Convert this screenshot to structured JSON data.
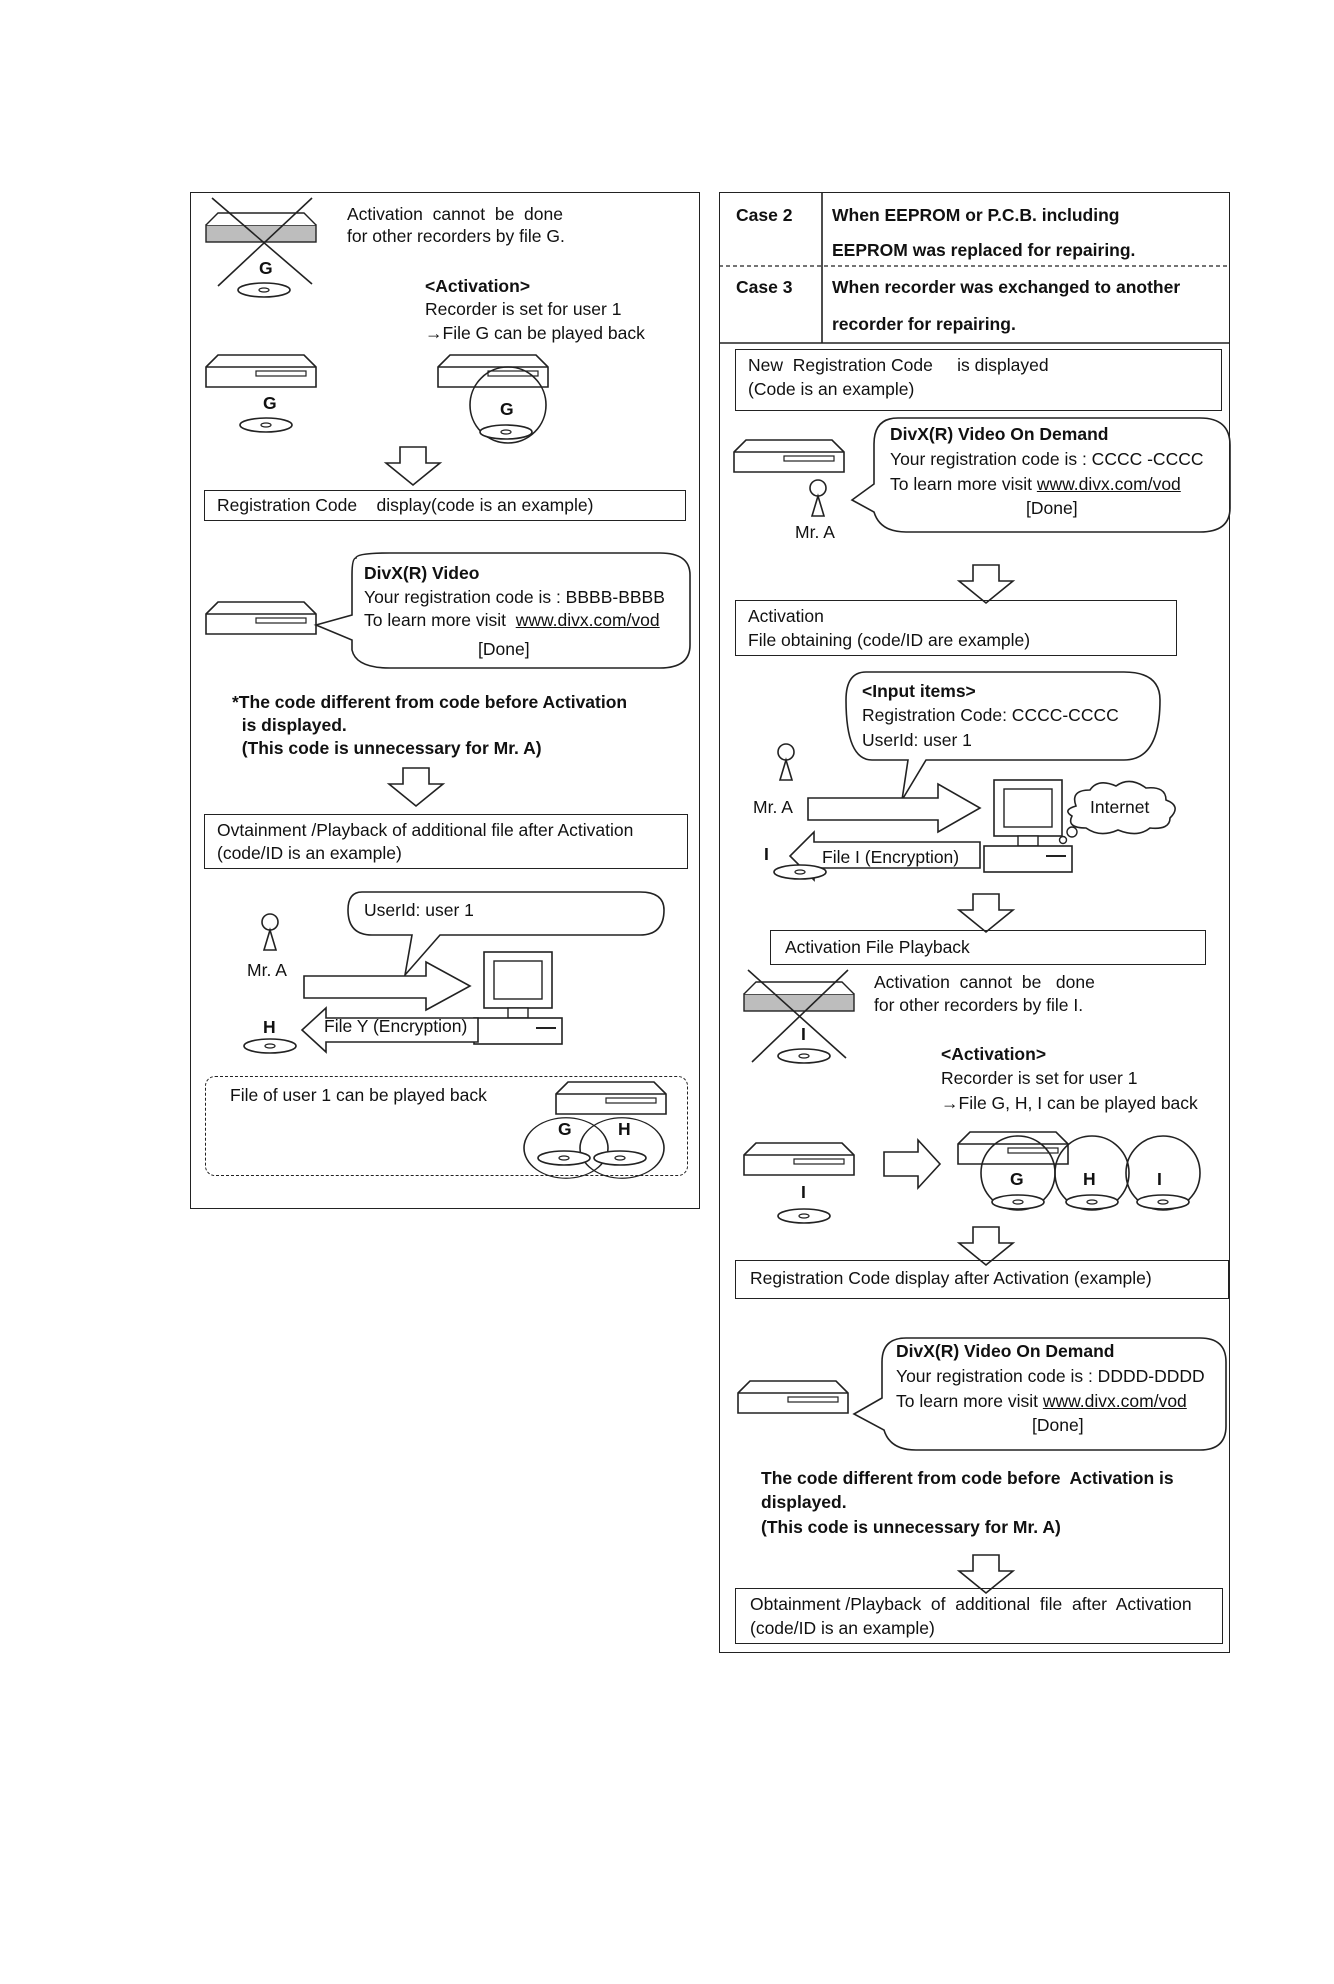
{
  "left": {
    "cannot_1": "Activation  cannot  be  done",
    "cannot_2": "for other recorders by file G.",
    "disc_g_label": "G",
    "activation_heading": "<Activation>",
    "recorder_set": "Recorder is set for user 1",
    "file_g_played": "→File G can be played back",
    "disc_g2_label": "G",
    "disc_g3_label": "G",
    "reg_code_box": "Registration Code    display(code is an example)",
    "divx_title": "DivX(R) Video",
    "divx_reg_line": "Your registration code is : BBBB-BBBB",
    "divx_learn_prefix": "To learn more visit  ",
    "divx_url": "www.divx.com/vod",
    "divx_done": "[Done]",
    "note_1": "*The code different from code before Activation",
    "note_2": "  is displayed.",
    "note_3": "  (This code is unnecessary for Mr. A)",
    "obtain_box_1": "Ovtainment /Playback of additional file after Activation",
    "obtain_box_2": "(code/ID is an example)",
    "userid_bubble": "UserId: user 1",
    "mr_a": "Mr. A",
    "disc_h_label": "H",
    "file_y": "File Y (Encryption)",
    "user1_playback": "File of user 1 can be played back",
    "disc_g4_label": "G",
    "disc_h2_label": "H"
  },
  "right": {
    "case2_label": "Case 2",
    "case2_text_1": "When EEPROM or P.C.B. including",
    "case2_text_2": "EEPROM was replaced for repairing.",
    "case3_label": "Case 3",
    "case3_text_1": "When recorder was exchanged to another",
    "case3_text_2": "recorder for repairing.",
    "new_reg_1": "New  Registration Code     is displayed",
    "new_reg_2": "(Code is an example)",
    "vod_title": "DivX(R) Video On Demand",
    "vod_reg_line": "Your registration code is : CCCC -CCCC",
    "vod_learn_prefix": "To learn more visit ",
    "vod_url": "www.divx.com/vod",
    "vod_done": "[Done]",
    "mr_a_1": "Mr. A",
    "activation_box_1": "Activation",
    "activation_box_2": "File obtaining (code/ID are example)",
    "input_items": "<Input items>",
    "input_reg": "Registration Code: CCCC-CCCC",
    "input_userid": "UserId: user 1",
    "mr_a_2": "Mr. A",
    "internet": "Internet",
    "disc_i_label": "I",
    "file_i": "File I (Encryption)",
    "act_file_playback": "Activation File Playback",
    "cannot_1": "Activation  cannot  be   done",
    "cannot_2": "for other recorders by file I.",
    "disc_i2_label": "I",
    "activation_heading": "<Activation>",
    "recorder_set": "Recorder is set for user 1",
    "file_ghi_played": "→File G, H, I can be played back",
    "disc_i3_label": "I",
    "disc_g_label": "G",
    "disc_h_label": "H",
    "disc_i4_label": "I",
    "reg_after_box": "Registration Code display after Activation (example)",
    "vod2_title": "DivX(R) Video On Demand",
    "vod2_reg_line": "Your registration code is : DDDD-DDDD",
    "vod2_learn_prefix": "To learn more visit ",
    "vod2_url": "www.divx.com/vod",
    "vod2_done": "[Done]",
    "note_1": "The code different from code before  Activation is",
    "note_2": "displayed.",
    "note_3": "(This code is unnecessary for Mr. A)",
    "obtain_box_1": "Obtainment /Playback  of  additional  file  after  Activation",
    "obtain_box_2": "(code/ID is an example)"
  }
}
